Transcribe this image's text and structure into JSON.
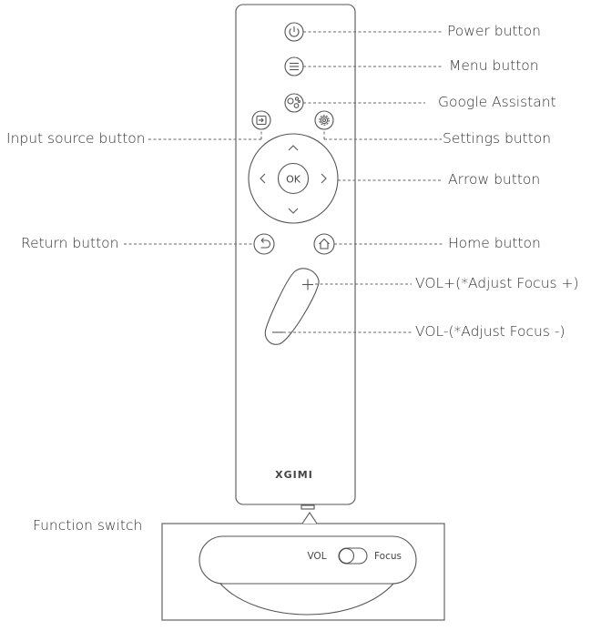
{
  "labels": {
    "power": "Power button",
    "menu": "Menu button",
    "assistant": "Google Assistant",
    "input": "Input source button",
    "settings": "Settings button",
    "arrow": "Arrow button",
    "return": "Return button",
    "home": "Home button",
    "vol_up": "VOL+(*Adjust Focus +)",
    "vol_down": "VOL-(*Adjust Focus -)",
    "function_switch": "Function switch"
  },
  "remote": {
    "ok_label": "OK",
    "brand": "XGIMI"
  },
  "switch": {
    "vol_label": "VOL",
    "focus_label": "Focus"
  },
  "colors": {
    "stroke": "#555555",
    "leader": "#666666",
    "text": "#333333"
  },
  "icons": [
    "power-icon",
    "menu-icon",
    "google-assistant-icon",
    "input-source-icon",
    "settings-gear-icon",
    "chevron-up-icon",
    "chevron-down-icon",
    "chevron-left-icon",
    "chevron-right-icon",
    "return-icon",
    "home-icon",
    "plus-icon",
    "minus-icon"
  ]
}
